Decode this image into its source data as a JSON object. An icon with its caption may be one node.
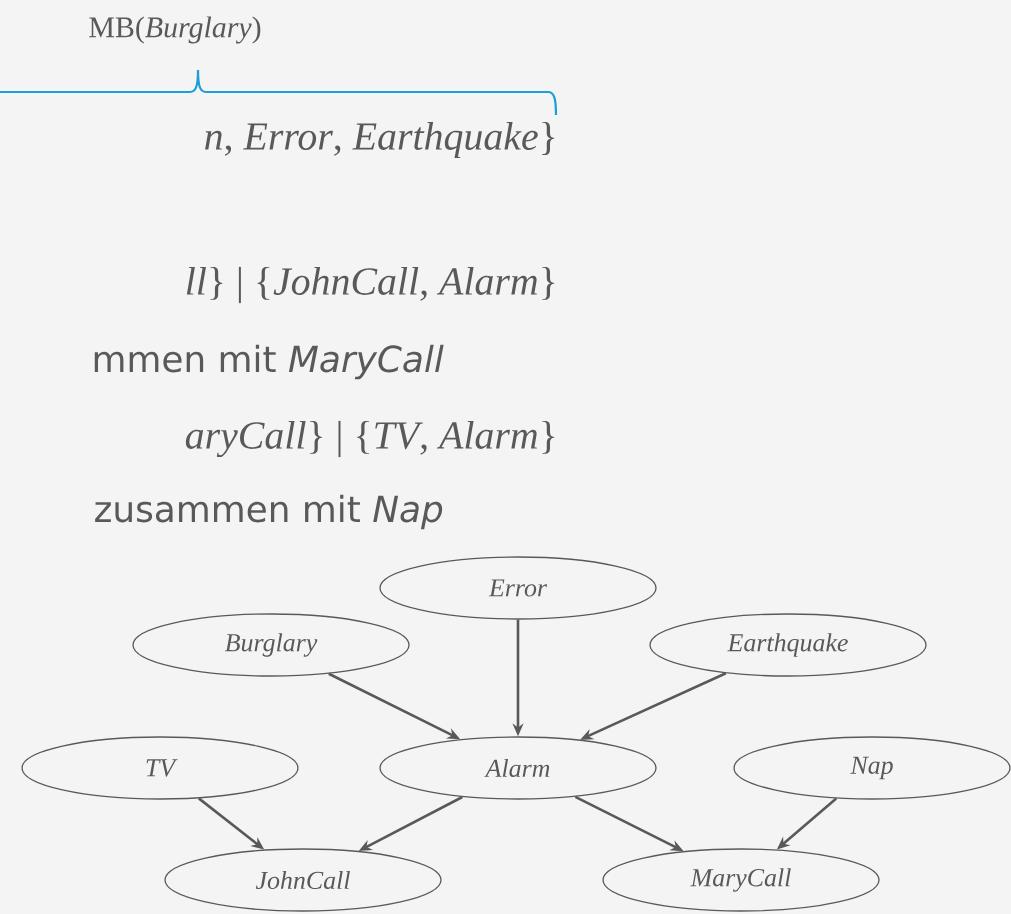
{
  "diagram": {
    "nodes": [
      {
        "text": [
          "Error"
        ]
      },
      {
        "text": [
          "Burglary"
        ]
      },
      {
        "text": [
          "Earthquake"
        ]
      },
      {
        "text": [
          "TV"
        ]
      },
      {
        "text": [
          "Alarm"
        ]
      },
      {
        "text": [
          "Nap"
        ]
      },
      {
        "text": [
          "JohnCall"
        ]
      },
      {
        "text": [
          "MaryCall"
        ]
      }
    ],
    "edges": [
      {
        "from": 1,
        "to": 4,
        "arrow": "to"
      },
      {
        "from": 0,
        "to": 4,
        "arrow": "to"
      },
      {
        "from": 2,
        "to": 4,
        "arrow": "to"
      },
      {
        "from": 3,
        "to": 6,
        "arrow": "to"
      },
      {
        "from": 4,
        "to": 6,
        "arrow": "to"
      },
      {
        "from": 4,
        "to": 7,
        "arrow": "to"
      },
      {
        "from": 5,
        "to": 7,
        "arrow": "to"
      }
    ],
    "labels": [
      "MB(*Burglary*)",
      "*n*, *Error*, *Earthquake*}",
      "*ll*} | {*JohnCall*, *Alarm*}",
      "mmen mit *MaryCall*",
      "*aryCall*} | {*TV*, *Alarm*}",
      "zusammen mit *Nap*"
    ]
  }
}
